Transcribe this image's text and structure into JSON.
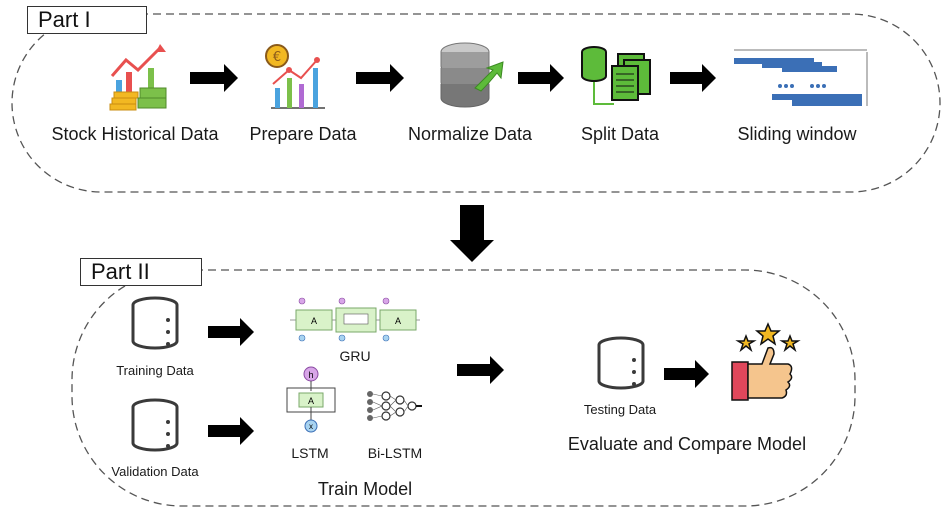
{
  "part1": {
    "title": "Part I",
    "steps": [
      {
        "label": "Stock Historical Data",
        "icon": "stock-chart-money-icon"
      },
      {
        "label": "Prepare Data",
        "icon": "data-preparation-chart-icon"
      },
      {
        "label": "Normalize Data",
        "icon": "database-normalize-icon"
      },
      {
        "label": "Split Data",
        "icon": "database-split-icon"
      },
      {
        "label": "Sliding window",
        "icon": "sliding-window-icon"
      }
    ]
  },
  "part2": {
    "title": "Part II",
    "training": "Training Data",
    "validation": "Validation Data",
    "gru": "GRU",
    "lstm": "LSTM",
    "bilstm": "Bi-LSTM",
    "train_model": "Train Model",
    "testing": "Testing Data",
    "evaluate": "Evaluate and Compare Model",
    "cell_letter": "A",
    "lstm_h": "h",
    "lstm_x": "x"
  },
  "colors": {
    "arrow": "#000000",
    "dashed_border": "#555555",
    "db_stroke": "#3a3a3a",
    "cell_fill": "#d9f2c9",
    "gold": "#f2b822",
    "green": "#7cc04a",
    "thumb": "#f5c58d",
    "cuff": "#e0475b"
  }
}
